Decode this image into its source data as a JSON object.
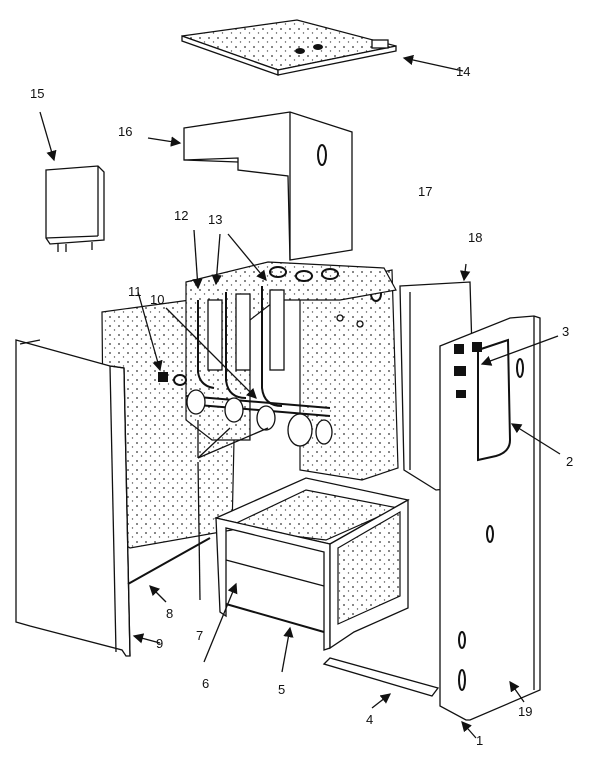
{
  "diagram": {
    "kind": "exploded parts view",
    "callouts": [
      "1",
      "2",
      "3",
      "4",
      "5",
      "6",
      "7",
      "8",
      "9",
      "10",
      "11",
      "12",
      "13",
      "14",
      "15",
      "16",
      "17",
      "18",
      "19"
    ]
  }
}
